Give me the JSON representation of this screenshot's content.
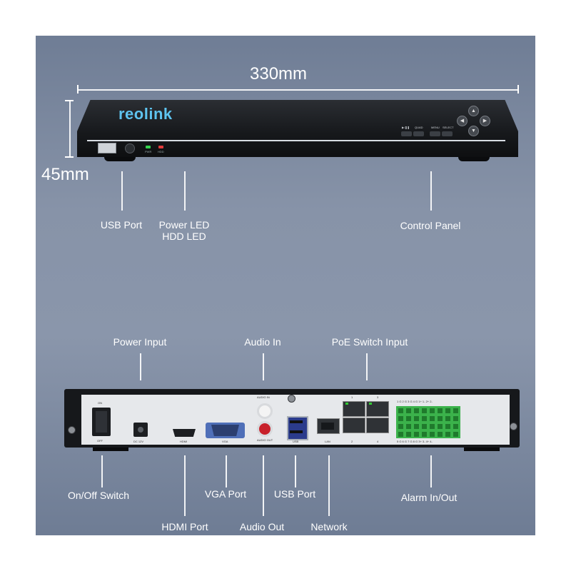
{
  "dimensions": {
    "width": "330mm",
    "height": "45mm"
  },
  "front": {
    "logo": "reolink",
    "button_labels": [
      "▶/❚❚",
      "QUAD",
      "MENU",
      "SELECT"
    ],
    "led_labels": [
      "PWR",
      "HDD"
    ],
    "labels": {
      "usb_port": "USB Port",
      "power_led": "Power LED",
      "hdd_led": "HDD LED",
      "control_panel": "Control Panel"
    }
  },
  "back": {
    "labels": {
      "power_input": "Power Input",
      "audio_in": "Audio In",
      "poe_switch_input": "PoE Switch Input",
      "onoff_switch": "On/Off Switch",
      "hdmi_port": "HDMI Port",
      "vga_port": "VGA Port",
      "audio_out": "Audio Out",
      "usb_port": "USB Port",
      "network": "Network",
      "alarm_inout": "Alarm In/Out"
    },
    "panel_text": {
      "on": "ON",
      "off": "OFF",
      "dc": "DC 12V",
      "hdmi": "HDMI",
      "vga": "VGA",
      "audio_in": "AUDIO IN",
      "audio_out": "AUDIO OUT",
      "usb": "USB",
      "lan": "LAN",
      "poe_top": [
        "1",
        "3"
      ],
      "poe_bottom": [
        "2",
        "4"
      ],
      "alarm_top": "1 G 2 G 3 G 4 G 1+ 1- 2+ 2-",
      "alarm_bottom": "5 G 6 G 7 G 8 G 3+ 3- 4+ 4-"
    }
  },
  "colors": {
    "background": "#7f8ba1",
    "logo": "#5ec3ef",
    "vga": "#4f6fb8",
    "usb": "#2b3b8c",
    "terminal": "#3bb24b"
  }
}
